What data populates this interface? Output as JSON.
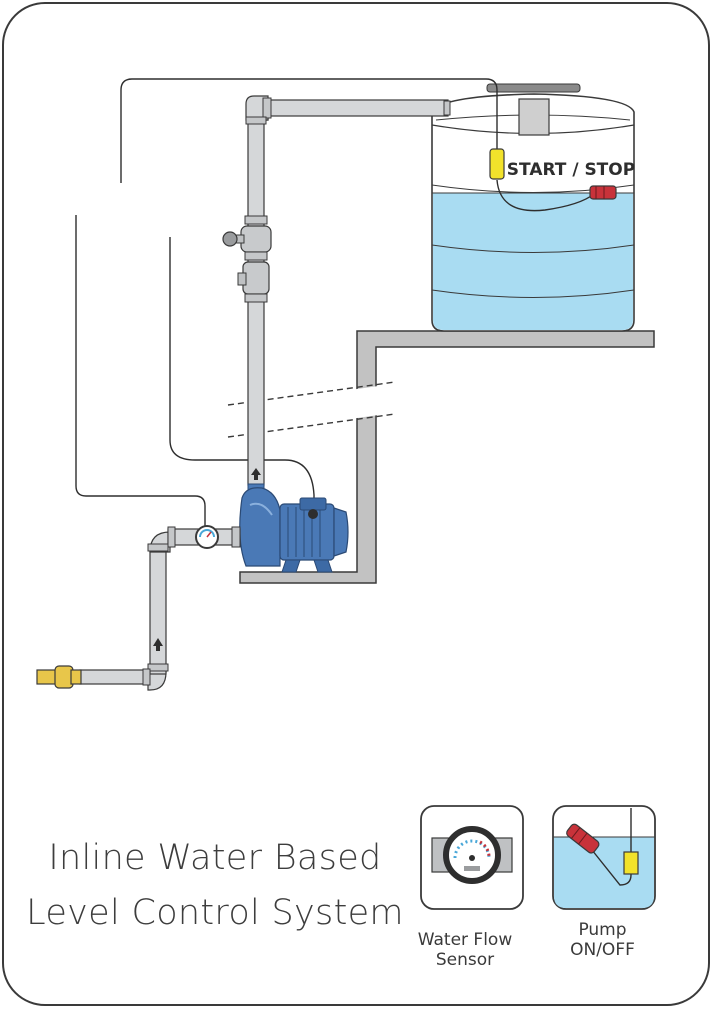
{
  "diagram": {
    "tank_label": "START / STOP",
    "title_line_1": "Inline Water Based",
    "title_line_2": "Level Control System",
    "legend": {
      "flow_sensor_caption_1": "Water Flow",
      "flow_sensor_caption_2": "Sensor",
      "pump_caption_1": "Pump",
      "pump_caption_2": "ON/OFF"
    }
  },
  "colors": {
    "water": "#a9dcf2",
    "pipe": "#d5d7d9",
    "outline": "#3a3a3a",
    "pump_blue": "#4a79b6",
    "float_switch": "#f2e22b",
    "sensor_red": "#c8323a",
    "brass": "#e8c64a",
    "support": "#bdbdbd"
  },
  "icons": [
    "flow-sensor-icon",
    "float-switch-icon",
    "pump-icon",
    "valve-icon",
    "tank-icon"
  ]
}
